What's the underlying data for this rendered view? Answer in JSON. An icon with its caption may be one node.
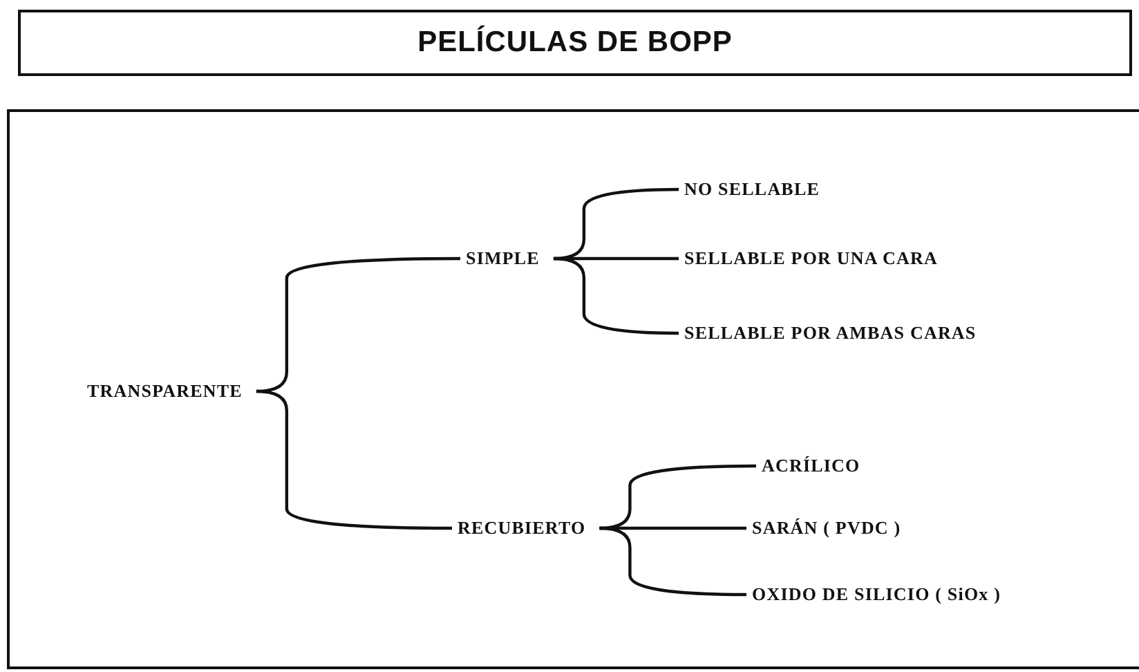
{
  "diagram": {
    "title": "PELÍCULAS DE BOPP",
    "nodes": [
      {
        "text": [],
        "shape": "box"
      },
      {
        "text": [
          "TRANSPARENTE"
        ],
        "in": 0
      },
      {
        "text": [
          "SIMPLE"
        ],
        "in": 0
      },
      {
        "text": [
          "NO SELLABLE"
        ],
        "in": 0
      },
      {
        "text": [
          "SELLABLE POR UNA CARA"
        ],
        "in": 0
      },
      {
        "text": [
          "SELLABLE POR AMBAS CARAS"
        ],
        "in": 0
      },
      {
        "text": [
          "RECUBIERTO"
        ],
        "in": 0
      },
      {
        "text": [
          "ACRÍLICO"
        ],
        "in": 0
      },
      {
        "text": [
          "SARÁN ( PVDC )"
        ],
        "in": 0
      },
      {
        "text": [
          "OXIDO DE SILICIO ( SiOx )"
        ],
        "in": 0
      }
    ],
    "edges": [
      {
        "from": 1,
        "to": 2,
        "arrow": "none"
      },
      {
        "from": 1,
        "to": 6,
        "arrow": "none"
      },
      {
        "from": 2,
        "to": 3,
        "arrow": "none"
      },
      {
        "from": 2,
        "to": 4,
        "arrow": "none"
      },
      {
        "from": 2,
        "to": 5,
        "arrow": "none"
      },
      {
        "from": 6,
        "to": 7,
        "arrow": "none"
      },
      {
        "from": 6,
        "to": 8,
        "arrow": "none"
      },
      {
        "from": 6,
        "to": 9,
        "arrow": "none"
      }
    ]
  }
}
